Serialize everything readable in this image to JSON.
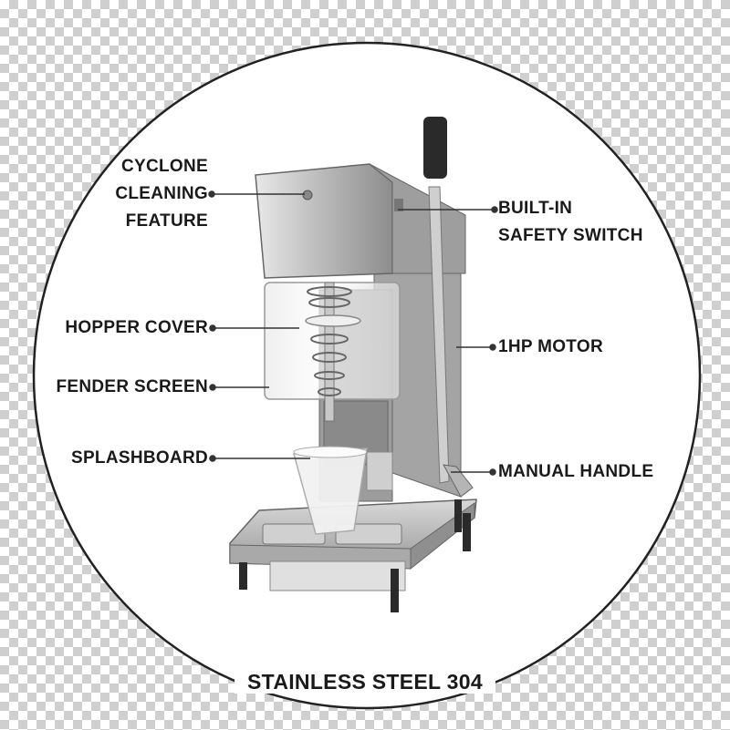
{
  "title": "STAINLESS STEEL 304",
  "callouts": {
    "cyclone": [
      "CYCLONE",
      "CLEANING",
      "FEATURE"
    ],
    "safety": [
      "BUILT-IN",
      "SAFETY SWITCH"
    ],
    "hopper": "HOPPER COVER",
    "motor": "1HP MOTOR",
    "fender": "FENDER SCREEN",
    "splash": "SPLASHBOARD",
    "handle": "MANUAL HANDLE"
  },
  "colors": {
    "outline": "#222222",
    "steel": "#b9b9b9",
    "steel_dark": "#7a7a7a"
  }
}
